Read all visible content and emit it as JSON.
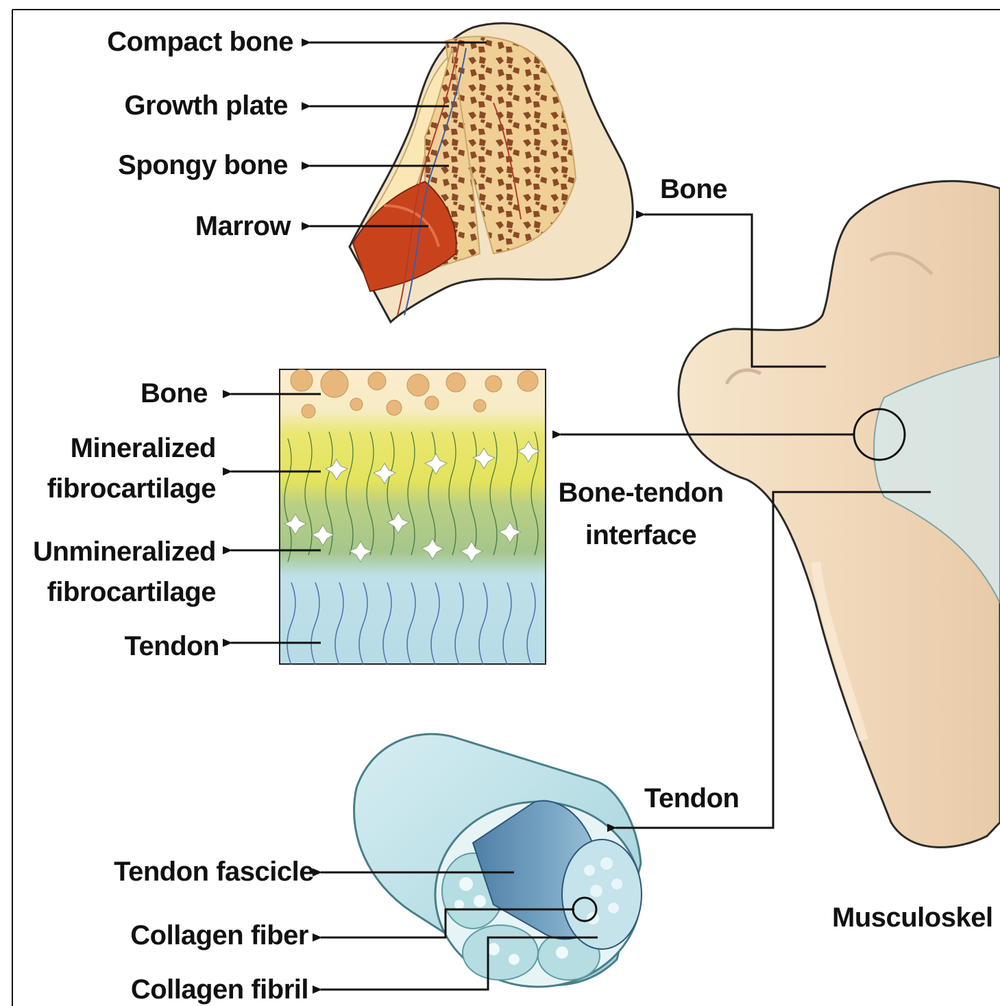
{
  "bone_section": {
    "labels": {
      "compact_bone": "Compact bone",
      "growth_plate": "Growth plate",
      "spongy_bone": "Spongy bone",
      "marrow": "Marrow"
    }
  },
  "interface_section": {
    "labels": {
      "bone": "Bone",
      "mineralized_line1": "Mineralized",
      "mineralized_line2": "fibrocartilage",
      "unmineralized_line1": "Unmineralized",
      "unmineralized_line2": "fibrocartilage",
      "tendon": "Tendon"
    }
  },
  "tendon_section": {
    "labels": {
      "tendon_fascicle": "Tendon fascicle",
      "collagen_fiber": "Collagen fiber",
      "collagen_fibril": "Collagen fibril"
    }
  },
  "femur_section": {
    "labels": {
      "bone": "Bone",
      "bone_tendon_line1": "Bone-tendon",
      "bone_tendon_line2": "interface",
      "tendon": "Tendon",
      "musculoskeletal": "Musculoskel"
    }
  },
  "colors": {
    "bone_cream": "#f5e3c3",
    "spongy_brown": "#8a4a2a",
    "marrow_red": "#c8431c",
    "fibro_yellow": "#e6e35a",
    "fibro_green": "#a9c88a",
    "tendon_blue": "#bfe0e6",
    "femur_fill": "#f2dcc0"
  }
}
